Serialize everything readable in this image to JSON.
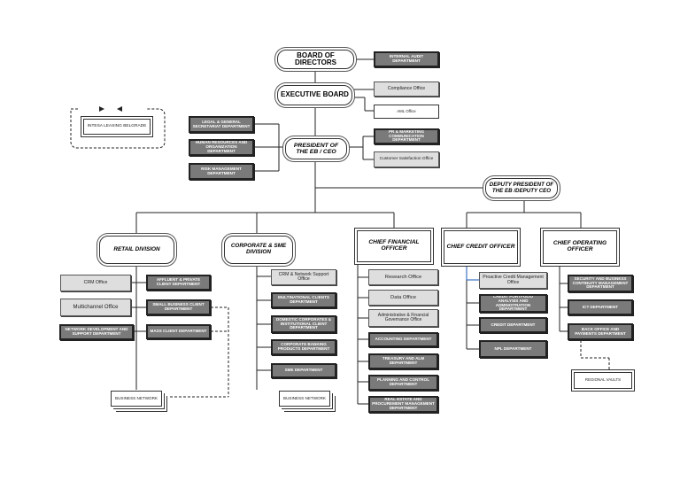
{
  "top": {
    "board": "BOARD OF DIRECTORS",
    "internal_audit": "INTERNAL AUDIT DEPARTMENT",
    "executive_board": "EXECUTIVE BOARD",
    "compliance": "Compliance Office",
    "aml": "AML Office",
    "president": "PRESIDENT OF THE EB / CEO",
    "legal": "LEGAL & GENERAL SECRETARIAT DEPARTMENT",
    "hr": "HUMAN RESOURCES AND ORGANIZATION DEPARTMENT",
    "risk": "RISK MANAGEMENT DEPARTMENT",
    "pr": "PR & MARKETING COMMUNICATION DEPARTMENT",
    "customer_sat": "Customer Satisfaction Office",
    "leasing": "INTESA LEASING BELGRADE",
    "deputy": "DEPUTY PRESIDENT OF THE EB /DEPUTY CEO"
  },
  "retail": {
    "title": "RETAIL DIVISION",
    "crm": "CRM Office",
    "affluent": "AFFLUENT & PRIVATE CLIENT DEPARTMENT",
    "multichannel": "Multichannel Office",
    "small_business": "SMALL BUSINESS CLIENT DEPARTMENT",
    "network_dev": "NETWORK DEVELOPMENT AND SUPPORT DEPARTMENT",
    "mass_client": "MASS CLIENT DEPARTMENT",
    "business_network": "BUSINESS NETWORK"
  },
  "corporate": {
    "title": "CORPORATE & SME DIVISION",
    "crm_support": "CRM & Network Support Office",
    "multinational": "MULTINATIONAL CLIENTS DEPARTMENT",
    "domestic": "DOMESTIC CORPORATES & INSTITUTIONAL CLIENT DEPARTMENT",
    "banking_products": "CORPORATE BANKING PRODUCTS DEPARTMENT",
    "sme": "SME DEPARTMENT",
    "business_network": "BUSINESS NETWORK"
  },
  "cfo": {
    "title": "CHIEF FINANCIAL OFFICER",
    "research": "Research Office",
    "data": "Data Office",
    "admin_fin": "Administrative & Financial Governance Office",
    "accounting": "ACCOUNTING DEPARTMENT",
    "treasury": "TREASURY AND ALM DEPARTMENT",
    "planning": "PLANNING AND CONTROL DEPARTMENT",
    "real_estate": "REAL ESTATE AND PROCUREMENT MANAGEMENT DEPARTMENT"
  },
  "cco": {
    "title": "CHIEF CREDIT OFFICER",
    "proactive": "Proactive Credit Management Office",
    "portfolio": "CREDIT PORTFOLIO ANALYSIS AND ADMINISTRATION DEPARTMENT",
    "credit": "CREDIT DEPARTMENT",
    "npl": "NPL DEPARTMENT"
  },
  "coo": {
    "title": "CHIEF OPERATING OFFICER",
    "security": "SECURITY AND BUSINESS CONTINUITY MANAGEMENT DEPARTMENT",
    "ict": "ICT DEPARTMENT",
    "back_office": "BACK OFFICE AND PAYMENTS DEPARTMENT",
    "regional_vaults": "REGIONAL VAULTS"
  }
}
